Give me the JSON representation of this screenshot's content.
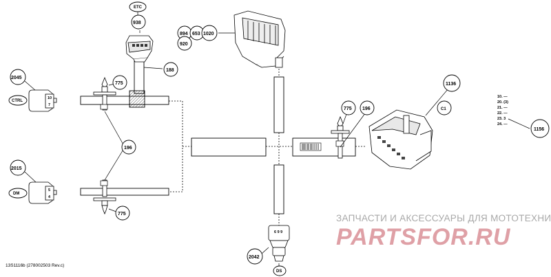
{
  "diagram": {
    "figure_code": "13S1116b (278002503 Rev.c)",
    "part_numbers": {
      "p938": "938",
      "p188": "188",
      "p775_top": "775",
      "p2045": "2045",
      "p196_left": "196",
      "p2015": "2015",
      "p775_bottom": "775",
      "p894": "894",
      "p653": "653",
      "p1020": "1020",
      "p920": "920",
      "p775_mid": "775",
      "p196_mid": "196",
      "p1136": "1136",
      "p2042": "2042",
      "p1156": "1156"
    },
    "connector_labels": {
      "etc": "ETC",
      "ctrl": "CTRL",
      "dm": "DM",
      "ds": "DS",
      "c1": "C1"
    },
    "pin_labels": {
      "ctrl_top": "10",
      "ctrl_bottom": "7",
      "dm_top": "5",
      "dm_bottom": "4",
      "ds_pins": "6  9  9"
    },
    "pin_list": [
      "10. —",
      "20. (3)",
      "21. —",
      "22. —",
      "23.   3",
      "24. —"
    ]
  },
  "watermark": {
    "tagline": "ЗАПЧАСТИ И АКСЕССУАРЫ ДЛЯ МОТОТЕХНИКИ",
    "brand": "PARTSFOR.RU"
  }
}
